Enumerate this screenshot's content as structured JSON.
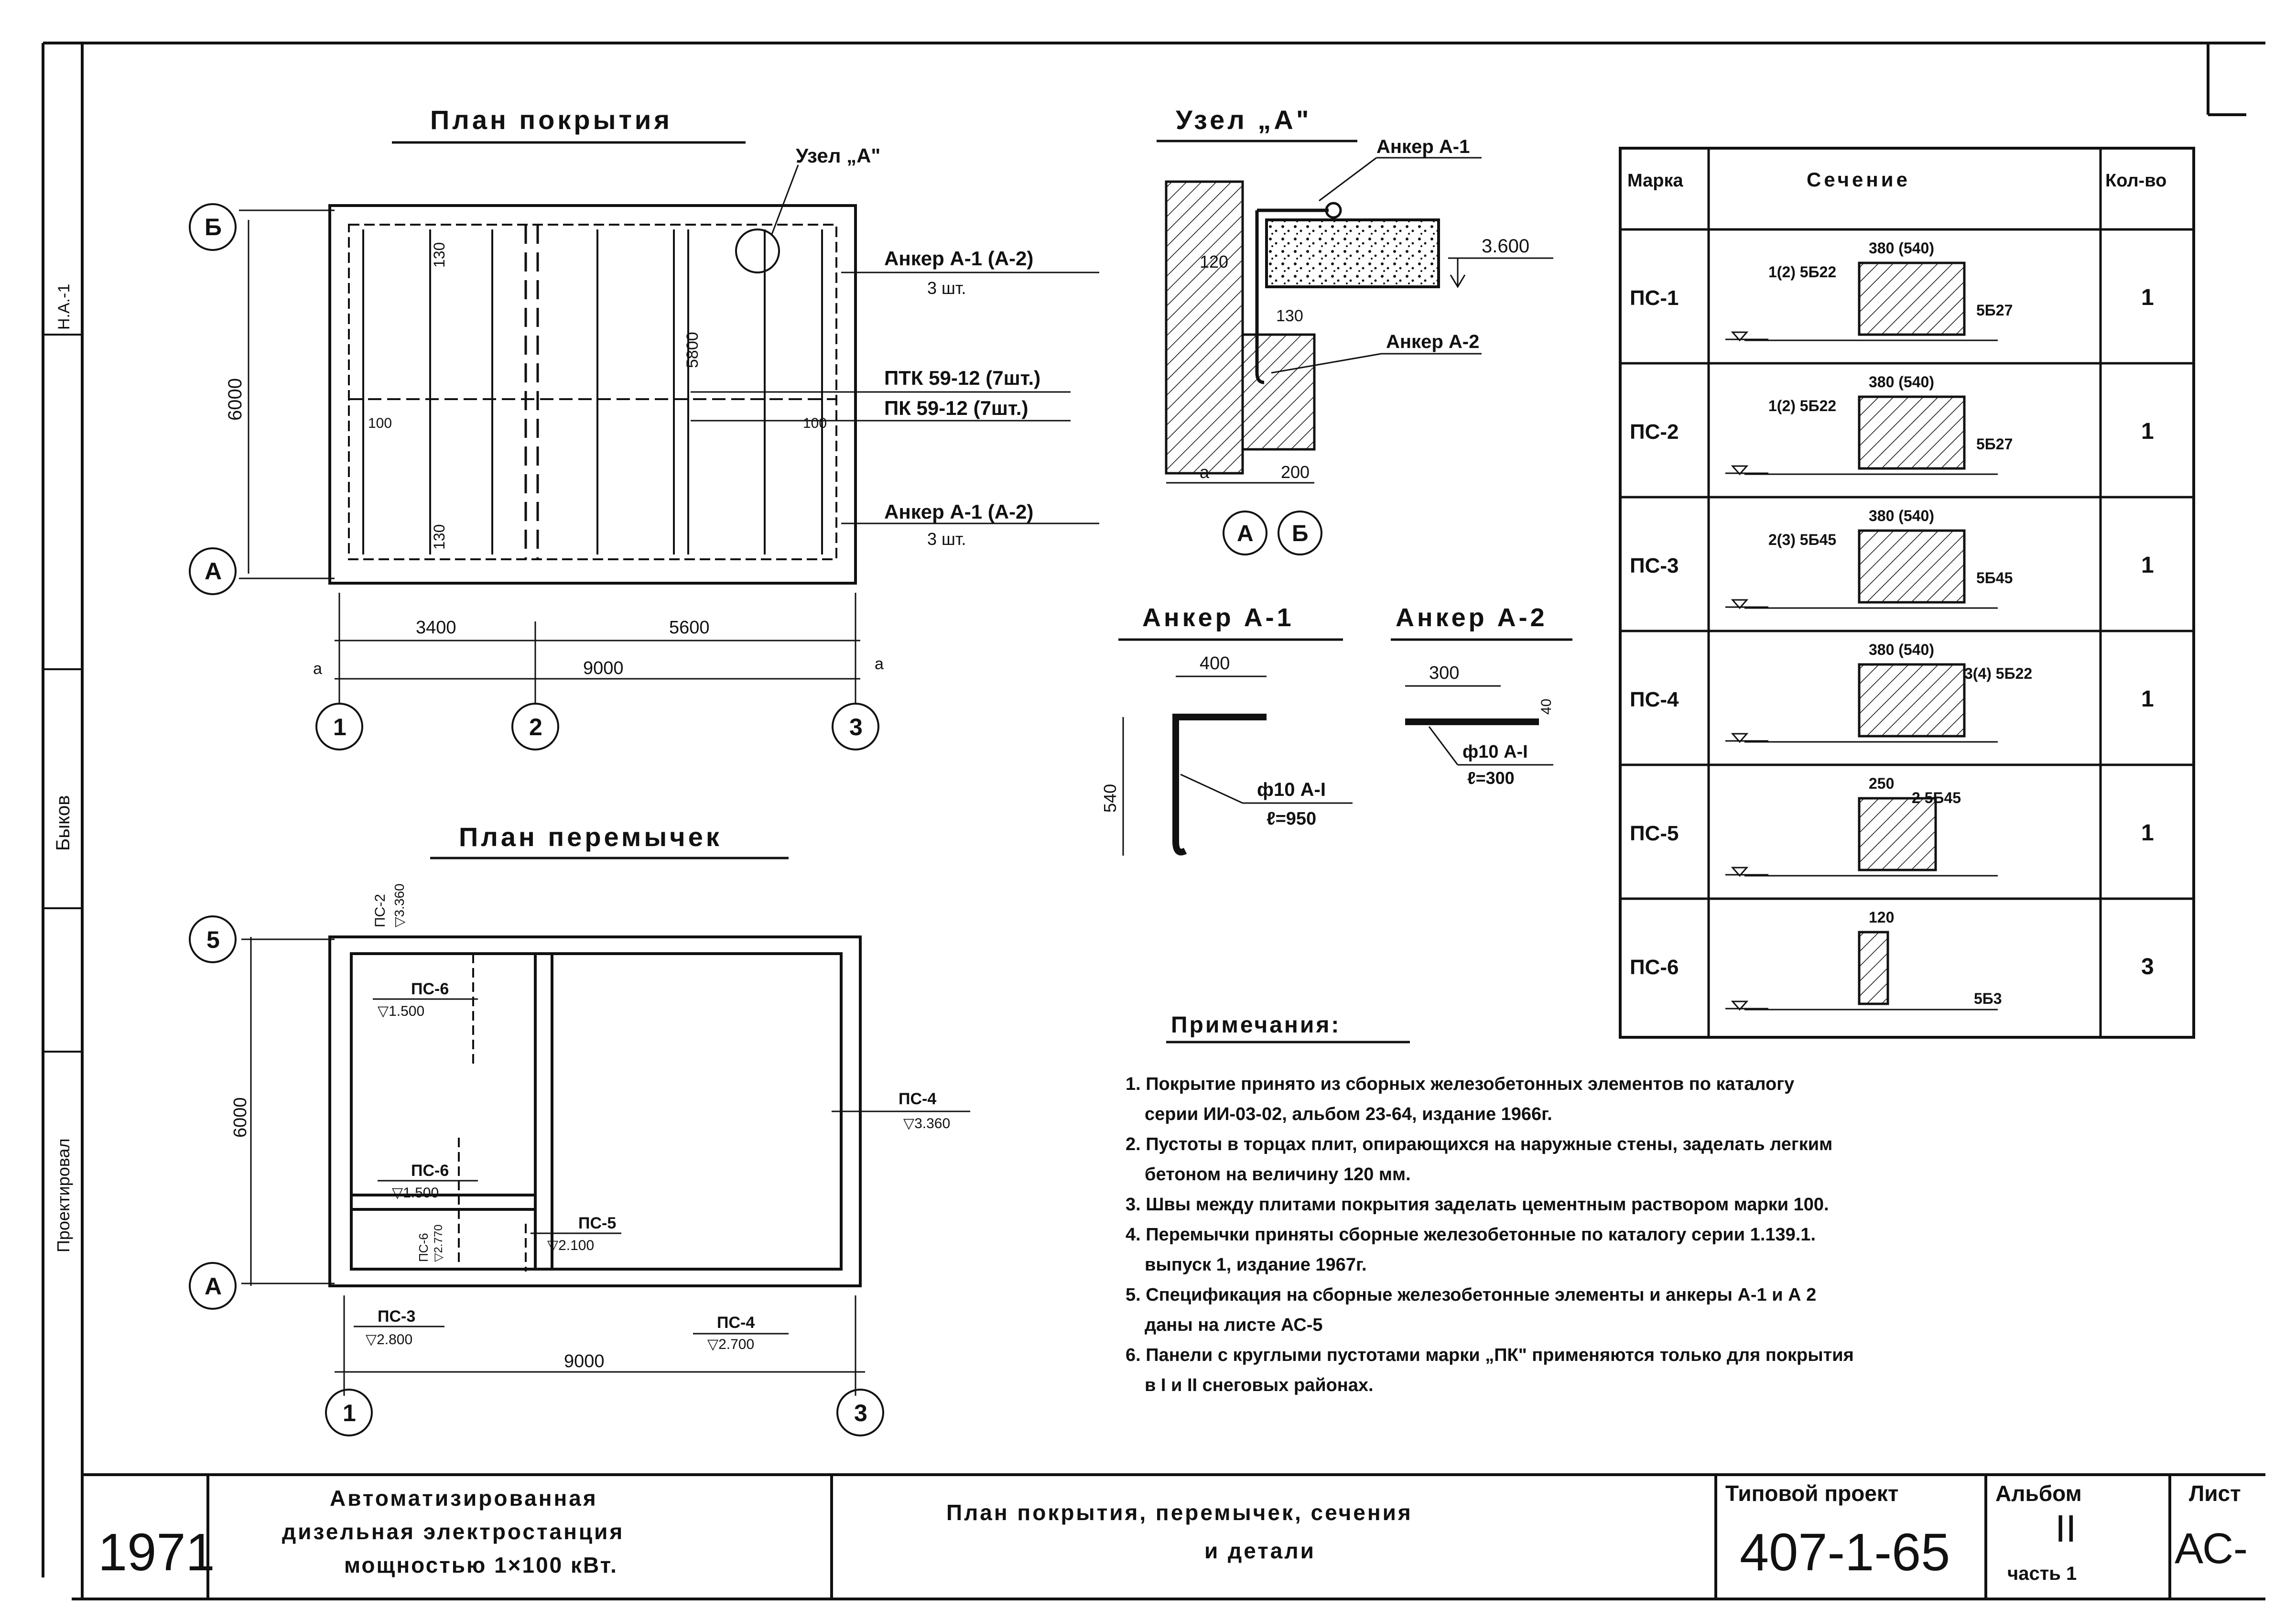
{
  "plans": {
    "roof_plan_title": "План покрытия",
    "lintel_plan_title": "План перемычек",
    "node_label": "Узел „А\"",
    "roof": {
      "anchor_top_1": "Анкер А-1 (А-2)",
      "anchor_top_2": "3 шт.",
      "panels_1": "ПТК 59-12 (7шт.)",
      "panels_2": "ПК 59-12 (7шт.)",
      "anchor_bot_1": "Анкер А-1 (А-2)",
      "anchor_bot_2": "3 шт.",
      "dim_130_top": "130",
      "dim_130_bot": "130",
      "dim_100_left": "100",
      "dim_100_right": "100",
      "dim_5800": "5800",
      "dim_6000_h": "6000",
      "dim_3400": "3400",
      "dim_5600": "5600",
      "dim_9000": "9000",
      "dim_a_left": "а",
      "dim_a_right": "а"
    },
    "axes": {
      "b": "Б",
      "a": "А",
      "ax1": "1",
      "ax2": "2",
      "ax3": "3",
      "ax5": "5"
    },
    "lintel": {
      "pc2": "ПС-2",
      "pc2_elev": "▽3.360",
      "pc6a": "ПС-6",
      "pc6a_elev": "▽1.500",
      "pc6b": "ПС-6",
      "pc6b_elev": "▽1.500",
      "pc6c": "ПС-6",
      "pc6c_elev": "▽2.770",
      "pc5": "ПС-5",
      "pc5_elev": "▽2.100",
      "pc3": "ПС-3",
      "pc3_elev": "▽2.800",
      "pc4a": "ПС-4",
      "pc4a_elev": "▽3.360",
      "pc4b": "ПС-4",
      "pc4b_elev": "▽2.700",
      "dim_6000": "6000",
      "dim_9000": "9000"
    }
  },
  "node": {
    "title": "Узел „А\"",
    "anchor_a1": "Анкер А-1",
    "anchor_a2": "Анкер А-2",
    "elev": "3.600",
    "dim_120": "120",
    "dim_130": "130",
    "dim_a": "а",
    "dim_200": "200",
    "axis_a": "А",
    "axis_b": "Б"
  },
  "anchors": {
    "a1_title": "Анкер А-1",
    "a1_dim_400": "400",
    "a1_dim_540": "540",
    "a1_bar": "ф10 А-I",
    "a1_len": "ℓ=950",
    "a2_title": "Анкер А-2",
    "a2_dim_300": "300",
    "a2_dim_40": "40",
    "a2_bar": "ф10 А-I",
    "a2_len": "ℓ=300"
  },
  "table": {
    "headers": [
      "Марка",
      "Сечение",
      "Кол-во"
    ],
    "rows": [
      {
        "mark": "ПС-1",
        "qty": "1",
        "a": "1(2) 5Б22",
        "w": "380 (540)",
        "b": "5Б27"
      },
      {
        "mark": "ПС-2",
        "qty": "1",
        "a": "1(2) 5Б22",
        "w": "380 (540)",
        "b": "5Б27"
      },
      {
        "mark": "ПС-3",
        "qty": "1",
        "a": "2(3) 5Б45",
        "w": "380 (540)",
        "b": "5Б45"
      },
      {
        "mark": "ПС-4",
        "qty": "1",
        "a": "3(4) 5Б22",
        "w": "380 (540)",
        "b": ""
      },
      {
        "mark": "ПС-5",
        "qty": "1",
        "a": "2 5Б45",
        "w": "250",
        "b": ""
      },
      {
        "mark": "ПС-6",
        "qty": "3",
        "a": "5Б3",
        "w": "120",
        "b": ""
      }
    ]
  },
  "notes": {
    "title": "Примечания:",
    "lines": [
      "1. Покрытие принято из сборных железобетонных элементов по каталогу",
      "серии ИИ-03-02, альбом 23-64, издание 1966г.",
      "2. Пустоты в торцах плит, опирающихся на наружные стены, заделать легким",
      "бетоном на величину 120 мм.",
      "3. Швы между плитами покрытия заделать цементным раствором марки 100.",
      "4. Перемычки приняты сборные железобетонные по каталогу серии 1.139.1.",
      "выпуск 1, издание 1967г.",
      "5. Спецификация на сборные железобетонные элементы и анкеры А-1 и А 2",
      "даны на листе АС-5",
      "6. Панели с круглыми пустотами марки „ПК\" применяются только для покрытия",
      "в I и II снеговых районах."
    ]
  },
  "titleblock": {
    "year": "1971",
    "object_1": "Автоматизированная",
    "object_2": "дизельная электростанция",
    "object_3": "мощностью 1×100 кВт.",
    "sheet_1": "План покрытия, перемычек, сечения",
    "sheet_2": "и детали",
    "project_label": "Типовой проект",
    "project_no": "407-1-65",
    "album_label": "Альбом",
    "album_no": "II",
    "part": "часть 1",
    "list_label": "Лист",
    "list_no": "АС-"
  },
  "margin": {
    "stamp_1": "Проектировал",
    "stamp_2": "Быков",
    "stamp_3": "Н.А.-1"
  }
}
